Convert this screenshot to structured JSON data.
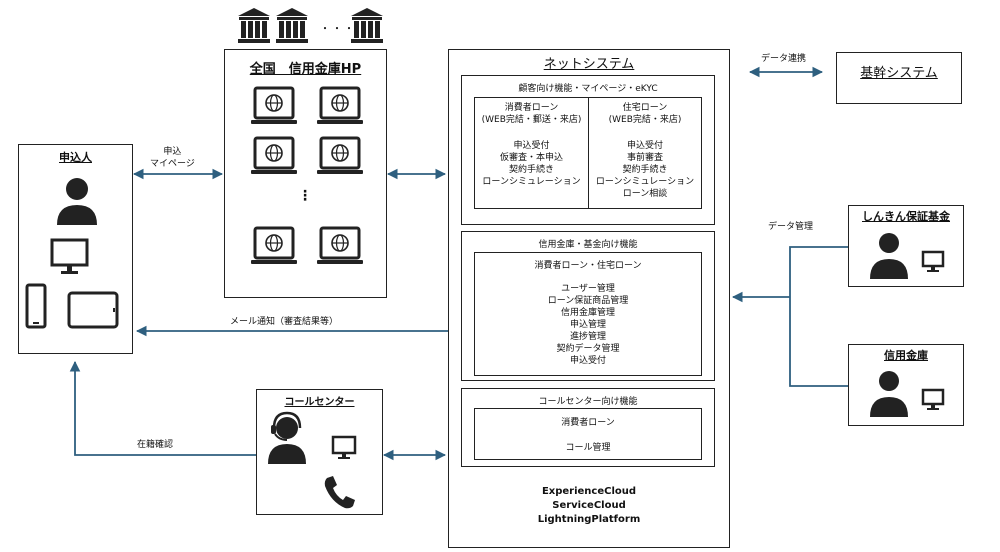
{
  "applicant": {
    "title": "申込人"
  },
  "portal": {
    "title": "全国　信用金庫HP",
    "ellipsis_top": "・・・",
    "ellipsis_vertical": "⋮"
  },
  "net_system": {
    "title": "ネットシステム",
    "customer": {
      "title": "顧客向け機能・マイページ・eKYC",
      "consumer_loan": {
        "heading": "消費者ローン\n(WEB完結・郵送・来店)",
        "items": "申込受付\n仮審査・本申込\n契約手続き\nローンシミュレーション"
      },
      "housing_loan": {
        "heading": "住宅ローン\n(WEB完結・来店)",
        "items": "申込受付\n事前審査\n契約手続き\nローンシミュレーション\nローン相談"
      }
    },
    "bank": {
      "title": "信用金庫・基金向け機能",
      "subtitle": "消費者ローン・住宅ローン",
      "items": "ユーザー管理\nローン保証商品管理\n信用金庫管理\n申込管理\n進捗管理\n契約データ管理\n申込受付"
    },
    "call": {
      "title": "コールセンター向け機能",
      "subtitle": "消費者ローン",
      "item": "コール管理"
    },
    "platform": "ExperienceCloud\nServiceCloud\nLightningPlatform"
  },
  "core_system": {
    "title": "基幹システム"
  },
  "guarantee": {
    "title": "しんきん保証基金"
  },
  "shinkin": {
    "title": "信用金庫"
  },
  "call_center": {
    "title": "コールセンター"
  },
  "labels": {
    "apply_mypage": "申込\nマイページ",
    "data_link": "データ連携",
    "data_manage": "データ管理",
    "mail_notice": "メール通知（審査結果等）",
    "enrollment_check": "在籍確認"
  },
  "colors": {
    "arrow": "#2e5f7f",
    "icon": "#222222"
  }
}
